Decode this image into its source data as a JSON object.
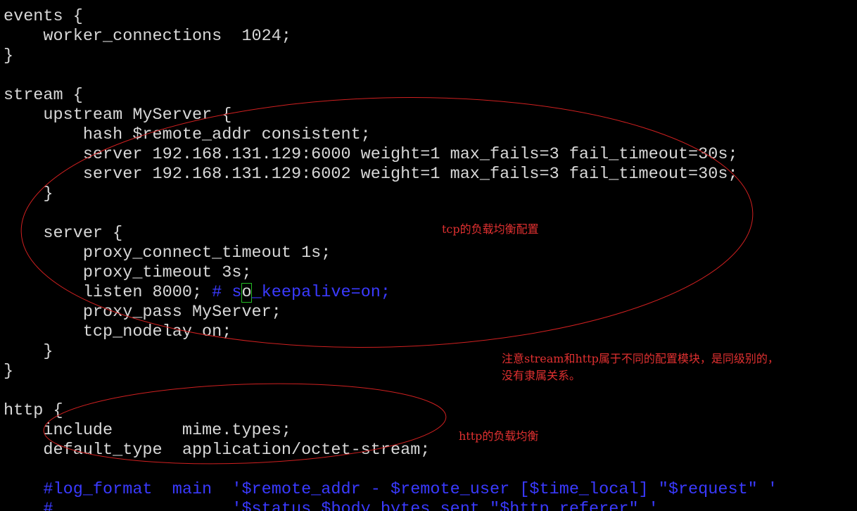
{
  "lines": [
    {
      "text": "events {"
    },
    {
      "text": "    worker_connections  1024;"
    },
    {
      "text": "}"
    },
    {
      "text": ""
    },
    {
      "text": "stream {"
    },
    {
      "text": "    upstream MyServer {"
    },
    {
      "text": "        hash $remote_addr consistent;"
    },
    {
      "text": "        server 192.168.131.129:6000 weight=1 max_fails=3 fail_timeout=30s;"
    },
    {
      "text": "        server 192.168.131.129:6002 weight=1 max_fails=3 fail_timeout=30s;"
    },
    {
      "text": "    }"
    },
    {
      "text": ""
    },
    {
      "text": "    server {"
    },
    {
      "text": "        proxy_connect_timeout 1s;"
    },
    {
      "text": "        proxy_timeout 3s;"
    },
    {
      "text": "        listen 8000; ",
      "comment_pre": "# s",
      "cursor_char": "o",
      "comment_post": "_keepalive=on;"
    },
    {
      "text": "        proxy_pass MyServer;"
    },
    {
      "text": "        tcp_nodelay on;"
    },
    {
      "text": "    }"
    },
    {
      "text": "}"
    },
    {
      "text": ""
    },
    {
      "text": "http {"
    },
    {
      "text": "    include       mime.types;"
    },
    {
      "text": "    default_type  application/octet-stream;"
    },
    {
      "text": ""
    },
    {
      "text": "",
      "comment": "    #log_format  main  '$remote_addr - $remote_user [$time_local] \"$request\" '"
    },
    {
      "text": "",
      "comment": "    #                  '$status $body_bytes_sent \"$http_referer\" '"
    }
  ],
  "annotations": {
    "tcp_note": "tcp的负载均衡配置",
    "module_note_line1": "注意stream和http属于不同的配置模块，是同级别的，",
    "module_note_line2": "没有隶属关系。",
    "http_note": "http的负载均衡"
  },
  "colors": {
    "background": "#000000",
    "code_text": "#d8d8d8",
    "comment": "#3a3aff",
    "annotation": "#e03030",
    "cursor_box": "#22bb22"
  }
}
